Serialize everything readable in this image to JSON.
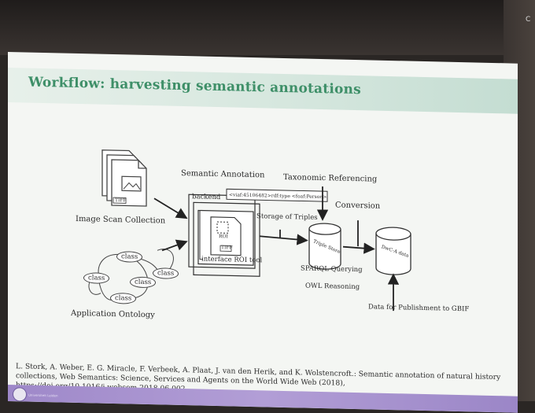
{
  "camera_mark": "C",
  "slide": {
    "title": "Workflow: harvesting semantic annotations",
    "labels": {
      "image_scan_collection": "Image Scan Collection",
      "application_ontology": "Application Ontology",
      "semantic_annotation": "Semantic Annotation",
      "taxonomic_referencing": "Taxonomic Referencing",
      "conversion": "Conversion",
      "storage_of_triples": "Storage of Triples",
      "sparql_querying": "SPARQL Querying",
      "owl_reasoning": "OWL Reasoning",
      "data_for_publishment": "Data for Publishment to GBIF",
      "backend": "backend",
      "triple_code": "<viaf:45106482>rdf:type <foaf:Person>",
      "roi": "ROI",
      "tiff": "TIFF",
      "interface_roi_tool": "interface ROI tool",
      "triple_store": "Triple Store",
      "dwca_data": "DwC-A data"
    },
    "ontology_classes": [
      "class",
      "class",
      "class",
      "class",
      "class"
    ],
    "citation": "L. Stork, A. Weber, E. G. Miracle, F. Verbeek, A. Plaat, J. van den Herik, and K. Wolstencroft.: Semantic annotation of natural history collections, Web Semantics: Science, Services and Agents on the World Wide Web (2018), https://doi.org/10.1016/j.websem.2018.06.002.",
    "footer_logo_text": "Universiteit Leiden"
  }
}
